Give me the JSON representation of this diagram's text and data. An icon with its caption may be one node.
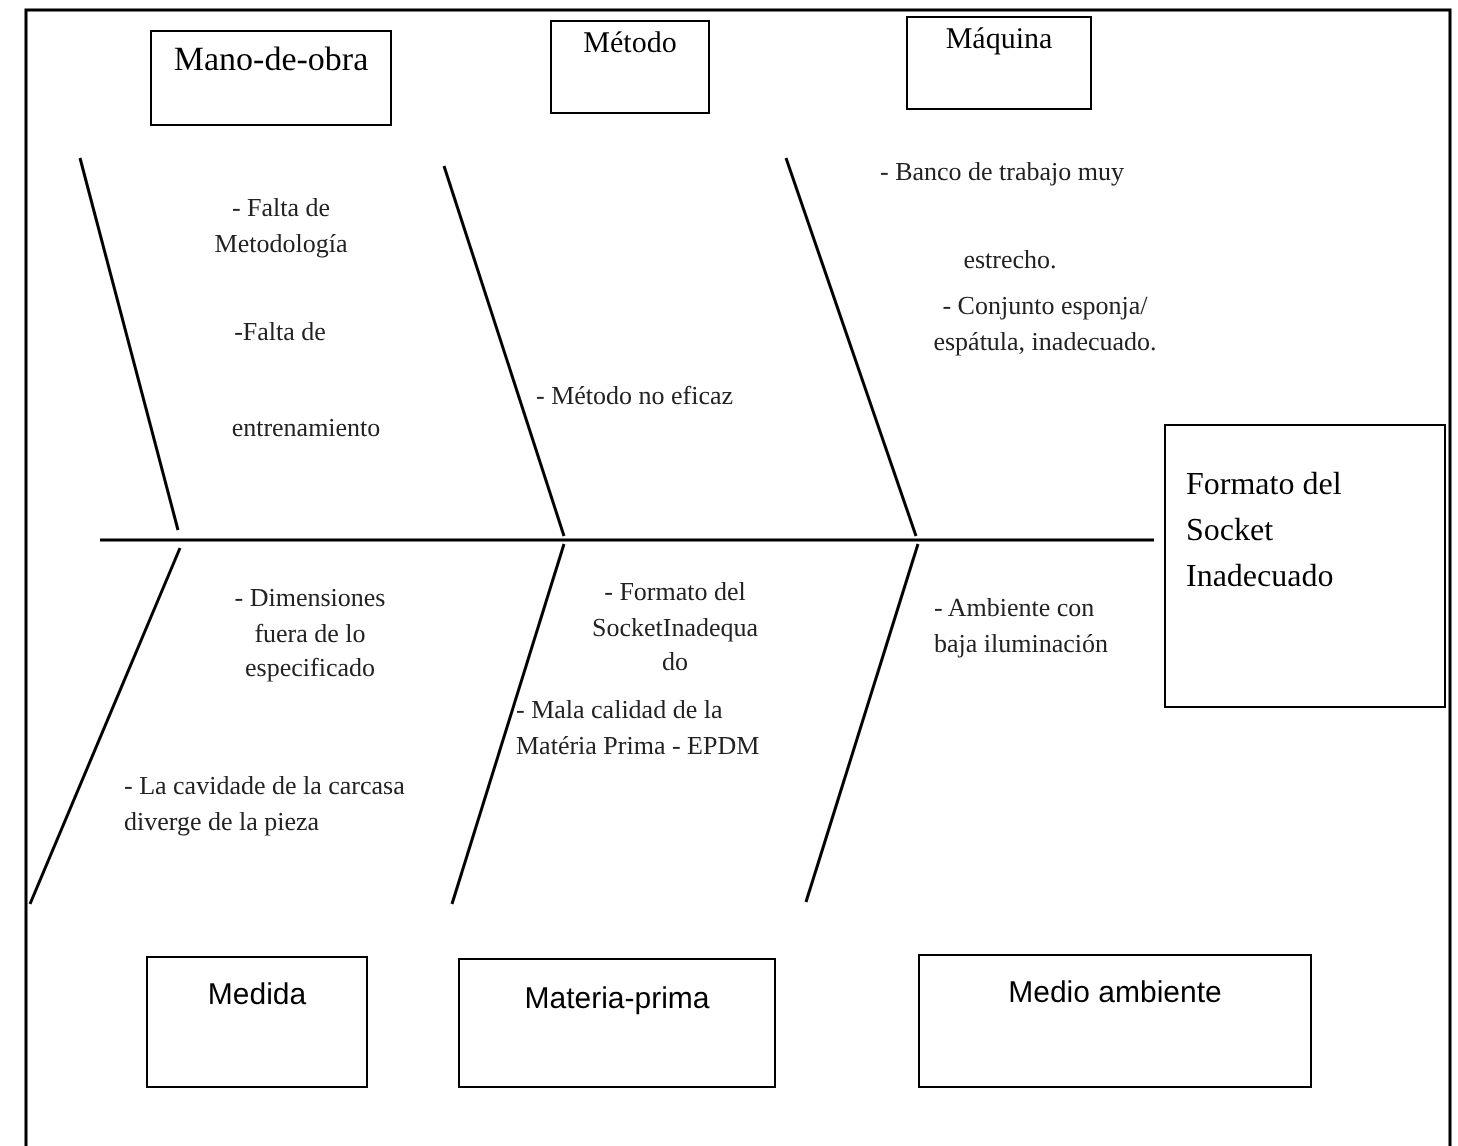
{
  "diagram": {
    "nodes": [
      {
        "text": [
          "Mano-de-obra"
        ]
      },
      {
        "text": [
          "Método"
        ]
      },
      {
        "text": [
          "Máquina"
        ]
      },
      {
        "text": [
          "Formato del Socket Inadecuado"
        ]
      },
      {
        "text": [
          "Medida"
        ]
      },
      {
        "text": [
          "Materia-prima"
        ]
      },
      {
        "text": [
          "Medio ambiente"
        ]
      }
    ],
    "labels": [
      "- Falta de Metodología",
      "-Falta de",
      "entrenamiento",
      "- Método no eficaz",
      "- Banco de trabajo muy",
      "estrecho.",
      "- Conjunto esponja/ espátula, inadecuado.",
      "- Dimensiones fuera de lo especificado",
      "- La cavidade de la carcasa diverge de la pieza",
      "- Formato del SocketInadequa do",
      "- Mala calidad de la Matéria Prima - EPDM",
      "- Ambiente con baja iluminación"
    ]
  }
}
